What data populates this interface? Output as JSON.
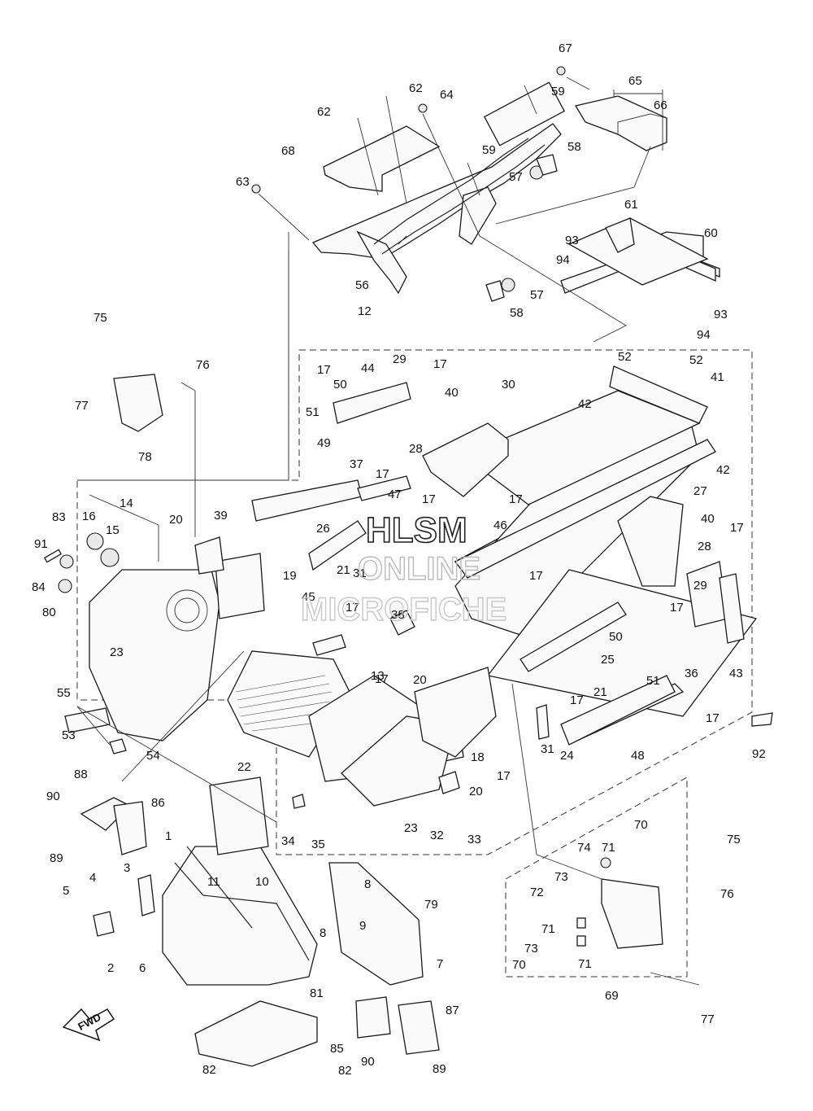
{
  "diagram": {
    "callouts": [
      {
        "id": "c67",
        "text": "67"
      },
      {
        "id": "c65",
        "text": "65"
      },
      {
        "id": "c66",
        "text": "66"
      },
      {
        "id": "c62a",
        "text": "62"
      },
      {
        "id": "c62b",
        "text": "62"
      },
      {
        "id": "c64",
        "text": "64"
      },
      {
        "id": "c59a",
        "text": "59"
      },
      {
        "id": "c59b",
        "text": "59"
      },
      {
        "id": "c58a",
        "text": "58"
      },
      {
        "id": "c68",
        "text": "68"
      },
      {
        "id": "c57a",
        "text": "57"
      },
      {
        "id": "c63",
        "text": "63"
      },
      {
        "id": "c61",
        "text": "61"
      },
      {
        "id": "c60",
        "text": "60"
      },
      {
        "id": "c93a",
        "text": "93"
      },
      {
        "id": "c94a",
        "text": "94"
      },
      {
        "id": "c56",
        "text": "56"
      },
      {
        "id": "c57b",
        "text": "57"
      },
      {
        "id": "c58b",
        "text": "58"
      },
      {
        "id": "c93b",
        "text": "93"
      },
      {
        "id": "c12",
        "text": "12"
      },
      {
        "id": "c94b",
        "text": "94"
      },
      {
        "id": "c75a",
        "text": "75"
      },
      {
        "id": "c76a",
        "text": "76"
      },
      {
        "id": "c77a",
        "text": "77"
      },
      {
        "id": "c78",
        "text": "78"
      },
      {
        "id": "c17a",
        "text": "17"
      },
      {
        "id": "c44",
        "text": "44"
      },
      {
        "id": "c29a",
        "text": "29"
      },
      {
        "id": "c17b",
        "text": "17"
      },
      {
        "id": "c50a",
        "text": "50"
      },
      {
        "id": "c51a",
        "text": "51"
      },
      {
        "id": "c40a",
        "text": "40"
      },
      {
        "id": "c30",
        "text": "30"
      },
      {
        "id": "c52a",
        "text": "52"
      },
      {
        "id": "c52b",
        "text": "52"
      },
      {
        "id": "c41",
        "text": "41"
      },
      {
        "id": "c42a",
        "text": "42"
      },
      {
        "id": "c28a",
        "text": "28"
      },
      {
        "id": "c37",
        "text": "37"
      },
      {
        "id": "c42b",
        "text": "42"
      },
      {
        "id": "c49",
        "text": "49"
      },
      {
        "id": "c17c",
        "text": "17"
      },
      {
        "id": "c47",
        "text": "47"
      },
      {
        "id": "c14",
        "text": "14"
      },
      {
        "id": "c17d",
        "text": "17"
      },
      {
        "id": "c17e",
        "text": "17"
      },
      {
        "id": "c27",
        "text": "27"
      },
      {
        "id": "c16",
        "text": "16"
      },
      {
        "id": "c83",
        "text": "83"
      },
      {
        "id": "c20a",
        "text": "20"
      },
      {
        "id": "c39",
        "text": "39"
      },
      {
        "id": "c15",
        "text": "15"
      },
      {
        "id": "c26",
        "text": "26"
      },
      {
        "id": "c46",
        "text": "46"
      },
      {
        "id": "c40b",
        "text": "40"
      },
      {
        "id": "c17f",
        "text": "17"
      },
      {
        "id": "c91",
        "text": "91"
      },
      {
        "id": "c28b",
        "text": "28"
      },
      {
        "id": "c21a",
        "text": "21"
      },
      {
        "id": "c31a",
        "text": "31"
      },
      {
        "id": "c19",
        "text": "19"
      },
      {
        "id": "c17g",
        "text": "17"
      },
      {
        "id": "c84",
        "text": "84"
      },
      {
        "id": "c29b",
        "text": "29"
      },
      {
        "id": "c45",
        "text": "45"
      },
      {
        "id": "c80",
        "text": "80"
      },
      {
        "id": "c17h",
        "text": "17"
      },
      {
        "id": "c38",
        "text": "38"
      },
      {
        "id": "c17i",
        "text": "17"
      },
      {
        "id": "c23a",
        "text": "23"
      },
      {
        "id": "c50b",
        "text": "50"
      },
      {
        "id": "c36",
        "text": "36"
      },
      {
        "id": "c25",
        "text": "25"
      },
      {
        "id": "c17j",
        "text": "17"
      },
      {
        "id": "c51b",
        "text": "51"
      },
      {
        "id": "c43",
        "text": "43"
      },
      {
        "id": "c13",
        "text": "13"
      },
      {
        "id": "c20b",
        "text": "20"
      },
      {
        "id": "c21b",
        "text": "21"
      },
      {
        "id": "c55",
        "text": "55"
      },
      {
        "id": "c17k",
        "text": "17"
      },
      {
        "id": "c17l",
        "text": "17"
      },
      {
        "id": "c53",
        "text": "53"
      },
      {
        "id": "c22",
        "text": "22"
      },
      {
        "id": "c31b",
        "text": "31"
      },
      {
        "id": "c24",
        "text": "24"
      },
      {
        "id": "c48",
        "text": "48"
      },
      {
        "id": "c92",
        "text": "92"
      },
      {
        "id": "c54",
        "text": "54"
      },
      {
        "id": "c18",
        "text": "18"
      },
      {
        "id": "c17m",
        "text": "17"
      },
      {
        "id": "c88",
        "text": "88"
      },
      {
        "id": "c20c",
        "text": "20"
      },
      {
        "id": "c86",
        "text": "86"
      },
      {
        "id": "c90a",
        "text": "90"
      },
      {
        "id": "c23b",
        "text": "23"
      },
      {
        "id": "c32",
        "text": "32"
      },
      {
        "id": "c33",
        "text": "33"
      },
      {
        "id": "c34",
        "text": "34"
      },
      {
        "id": "c35",
        "text": "35"
      },
      {
        "id": "c70a",
        "text": "70"
      },
      {
        "id": "c89a",
        "text": "89"
      },
      {
        "id": "c1",
        "text": "1"
      },
      {
        "id": "c74",
        "text": "74"
      },
      {
        "id": "c71a",
        "text": "71"
      },
      {
        "id": "c75b",
        "text": "75"
      },
      {
        "id": "c11",
        "text": "11"
      },
      {
        "id": "c10",
        "text": "10"
      },
      {
        "id": "c3",
        "text": "3"
      },
      {
        "id": "c73a",
        "text": "73"
      },
      {
        "id": "c8a",
        "text": "8"
      },
      {
        "id": "c79",
        "text": "79"
      },
      {
        "id": "c4",
        "text": "4"
      },
      {
        "id": "c5",
        "text": "5"
      },
      {
        "id": "c72",
        "text": "72"
      },
      {
        "id": "c76b",
        "text": "76"
      },
      {
        "id": "c9",
        "text": "9"
      },
      {
        "id": "c71b",
        "text": "71"
      },
      {
        "id": "c8b",
        "text": "8"
      },
      {
        "id": "c73b",
        "text": "73"
      },
      {
        "id": "c7",
        "text": "7"
      },
      {
        "id": "c2",
        "text": "2"
      },
      {
        "id": "c6",
        "text": "6"
      },
      {
        "id": "c70b",
        "text": "70"
      },
      {
        "id": "c71c",
        "text": "71"
      },
      {
        "id": "c69",
        "text": "69"
      },
      {
        "id": "c81",
        "text": "81"
      },
      {
        "id": "c87",
        "text": "87"
      },
      {
        "id": "c77b",
        "text": "77"
      },
      {
        "id": "c85",
        "text": "85"
      },
      {
        "id": "c90b",
        "text": "90"
      },
      {
        "id": "c89b",
        "text": "89"
      },
      {
        "id": "c82a",
        "text": "82"
      },
      {
        "id": "c82b",
        "text": "82"
      }
    ],
    "fwd_label": "FWD"
  },
  "watermark": {
    "line1": "HLSM",
    "line2": "ONLINE",
    "line3": "MICROFICHE"
  }
}
